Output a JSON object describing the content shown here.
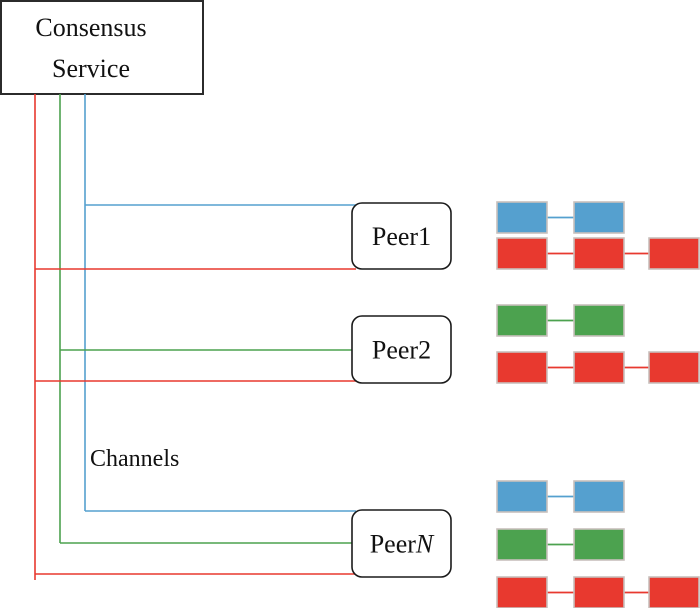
{
  "consensus_service": {
    "line1": "Consensus",
    "line2": "Service"
  },
  "channels_label": "Channels",
  "channels": [
    {
      "name": "channel-red",
      "color": "#e8392f"
    },
    {
      "name": "channel-green",
      "color": "#4ca24f"
    },
    {
      "name": "channel-blue",
      "color": "#55a0cf"
    }
  ],
  "peers": [
    {
      "label_prefix": "Peer",
      "label_suffix": "1",
      "suffix_italic": false,
      "connected_channels": [
        "channel-blue",
        "channel-red"
      ],
      "ledgers": [
        {
          "channel": "channel-blue",
          "blocks": 2
        },
        {
          "channel": "channel-red",
          "blocks": 3
        }
      ]
    },
    {
      "label_prefix": "Peer",
      "label_suffix": "2",
      "suffix_italic": false,
      "connected_channels": [
        "channel-green",
        "channel-red"
      ],
      "ledgers": [
        {
          "channel": "channel-green",
          "blocks": 2
        },
        {
          "channel": "channel-red",
          "blocks": 3
        }
      ]
    },
    {
      "label_prefix": "Peer",
      "label_suffix": "N",
      "suffix_italic": true,
      "connected_channels": [
        "channel-blue",
        "channel-green",
        "channel-red"
      ],
      "ledgers": [
        {
          "channel": "channel-blue",
          "blocks": 2
        },
        {
          "channel": "channel-green",
          "blocks": 2
        },
        {
          "channel": "channel-red",
          "blocks": 3
        }
      ]
    }
  ]
}
